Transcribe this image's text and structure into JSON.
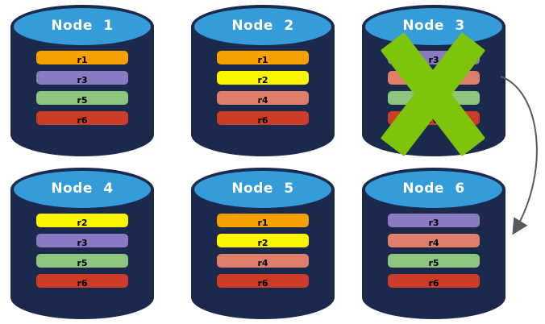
{
  "colors": {
    "cylinder_body": "#1B2A4C",
    "cylinder_top": "#349CD9",
    "failure_x": "#7DC40B",
    "arrow": "#595959"
  },
  "arrow": {
    "from": "Node 3",
    "to": "Node 6"
  },
  "nodes": [
    {
      "name": "Node 1",
      "failed": false,
      "replicas": [
        {
          "label": "r1",
          "color": "#F6A001"
        },
        {
          "label": "r3",
          "color": "#8A7AC4"
        },
        {
          "label": "r5",
          "color": "#8DC57E"
        },
        {
          "label": "r6",
          "color": "#CB3D26"
        }
      ]
    },
    {
      "name": "Node 2",
      "failed": false,
      "replicas": [
        {
          "label": "r1",
          "color": "#F6A001"
        },
        {
          "label": "r2",
          "color": "#FCF500"
        },
        {
          "label": "r4",
          "color": "#DF7E6B"
        },
        {
          "label": "r6",
          "color": "#CB3D26"
        }
      ]
    },
    {
      "name": "Node 3",
      "failed": true,
      "replicas": [
        {
          "label": "r3",
          "color": "#8A7AC4"
        },
        {
          "label": "r4",
          "color": "#DF7E6B"
        },
        {
          "label": "r5",
          "color": "#8DC57E"
        },
        {
          "label": "r6",
          "color": "#CB3D26"
        }
      ]
    },
    {
      "name": "Node 4",
      "failed": false,
      "replicas": [
        {
          "label": "r2",
          "color": "#FCF500"
        },
        {
          "label": "r3",
          "color": "#8A7AC4"
        },
        {
          "label": "r5",
          "color": "#8DC57E"
        },
        {
          "label": "r6",
          "color": "#CB3D26"
        }
      ]
    },
    {
      "name": "Node 5",
      "failed": false,
      "replicas": [
        {
          "label": "r1",
          "color": "#F6A001"
        },
        {
          "label": "r2",
          "color": "#FCF500"
        },
        {
          "label": "r4",
          "color": "#DF7E6B"
        },
        {
          "label": "r6",
          "color": "#CB3D26"
        }
      ]
    },
    {
      "name": "Node 6",
      "failed": false,
      "replicas": [
        {
          "label": "r3",
          "color": "#8A7AC4"
        },
        {
          "label": "r4",
          "color": "#DF7E6B"
        },
        {
          "label": "r5",
          "color": "#8DC57E"
        },
        {
          "label": "r6",
          "color": "#CB3D26"
        }
      ]
    }
  ]
}
